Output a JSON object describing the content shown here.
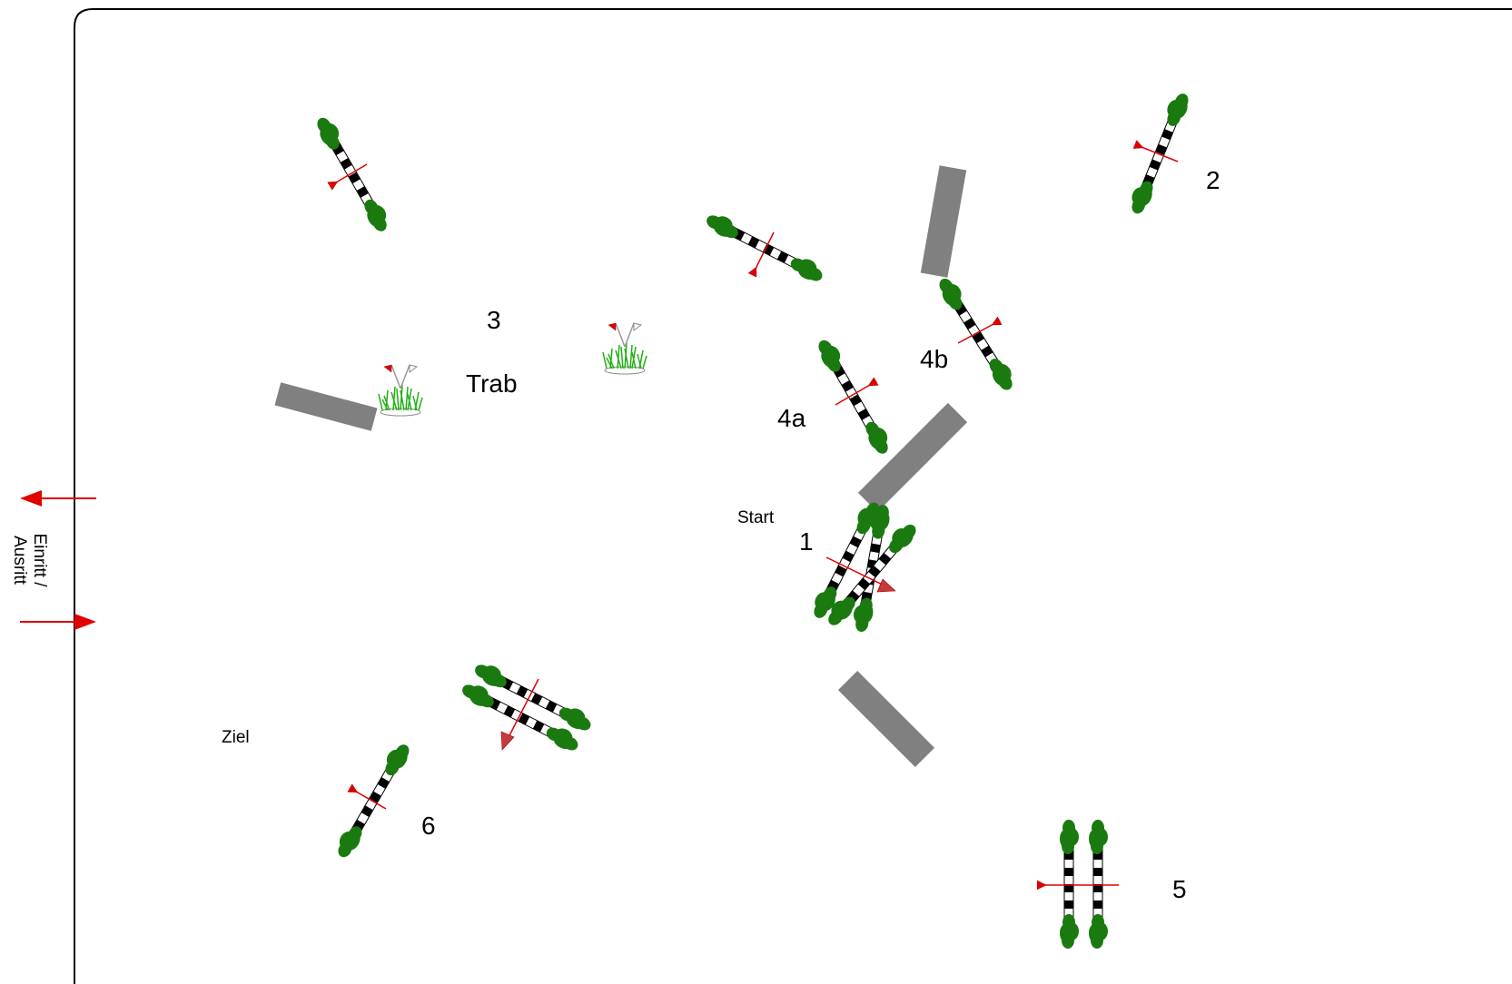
{
  "course": {
    "labels": {
      "one": "1",
      "two": "2",
      "three": "3",
      "trab": "Trab",
      "four_a": "4a",
      "four_b": "4b",
      "five": "5",
      "six": "6",
      "start": "Start",
      "ziel": "Ziel"
    },
    "entrance": {
      "line1": "Einritt /",
      "line2": "Ausritt"
    }
  },
  "colors": {
    "pole_dark": "#000000",
    "pole_light": "#ffffff",
    "standard": "#1a7a10",
    "arrow": "#e00000",
    "wall": "#808080",
    "border": "#000000"
  }
}
